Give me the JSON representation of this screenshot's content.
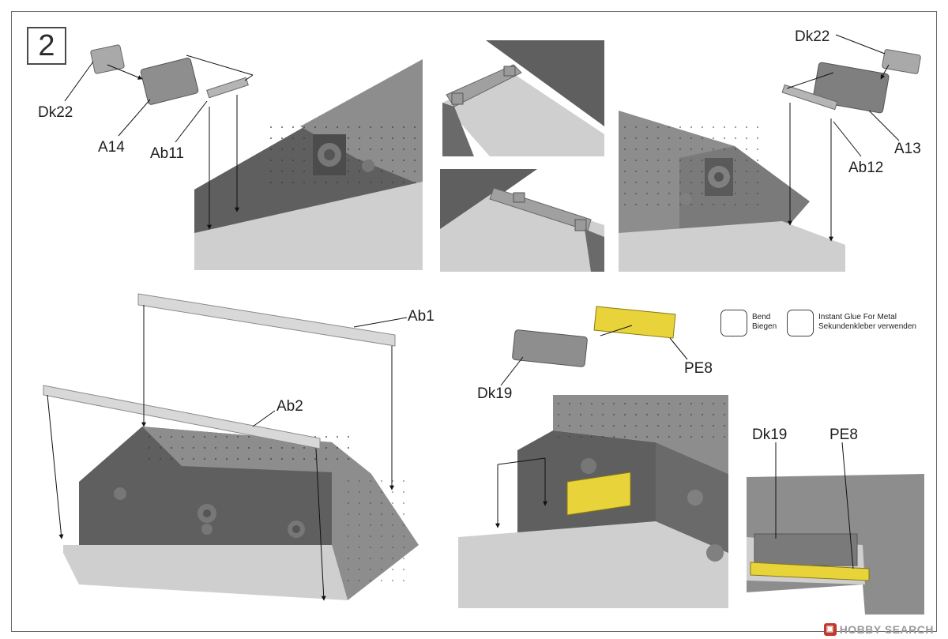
{
  "step": {
    "number": "2"
  },
  "labels": {
    "dk22_left": "Dk22",
    "a14": "A14",
    "ab11": "Ab11",
    "dk22_right": "Dk22",
    "a13": "A13",
    "ab12": "Ab12",
    "ab1": "Ab1",
    "ab2": "Ab2",
    "pe8": "PE8",
    "dk19": "Dk19",
    "dk19_detail": "Dk19",
    "pe8_detail": "PE8"
  },
  "legend": {
    "bend": {
      "icon": "bend-arrow-icon",
      "line1": "Bend",
      "line2": "Biegen"
    },
    "glue": {
      "icon": "glue-drop-icon",
      "line1": "Instant Glue For Metal",
      "line2": "Sekundenkleber verwenden"
    }
  },
  "watermark": {
    "text": "HOBBY SEARCH"
  },
  "colors": {
    "hull": "#8d8d8d",
    "hull_dark": "#5f5f5f",
    "deck": "#cfcfcf",
    "part": "#a9a9a9",
    "photo_etch": "#e8d43a",
    "line": "#222222"
  }
}
